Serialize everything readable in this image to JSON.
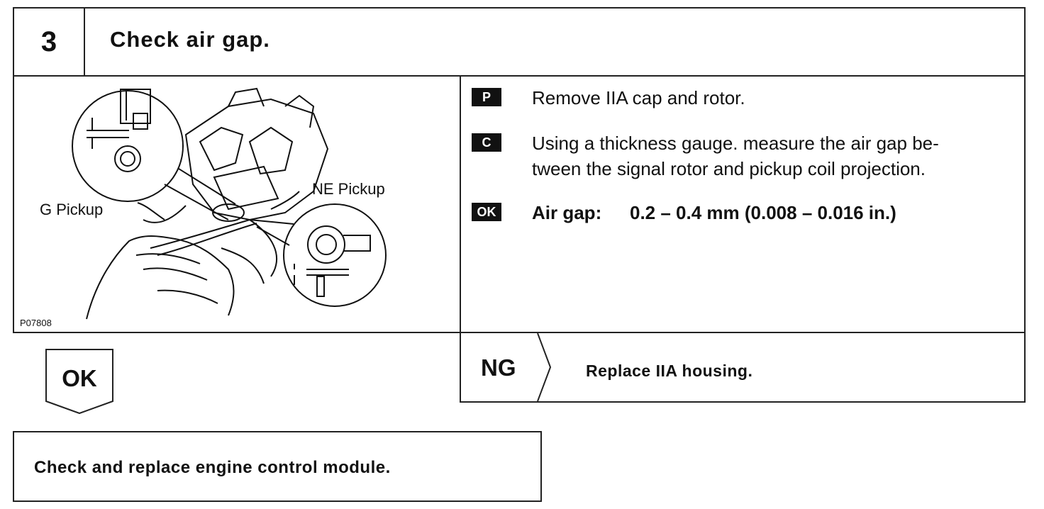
{
  "step": {
    "number": "3",
    "title": "Check air gap."
  },
  "figure": {
    "label_g_pickup": "G Pickup",
    "label_ne_pickup": "NE Pickup",
    "figure_code": "P07808"
  },
  "instructions": [
    {
      "badge": "P",
      "line1": "Remove IIA cap and rotor.",
      "line2": ""
    },
    {
      "badge": "C",
      "line1": "Using a thickness gauge. measure the air gap be-",
      "line2": "tween the signal rotor and pickup coil projection."
    },
    {
      "badge": "OK",
      "label": "Air gap:",
      "value": "0.2 – 0.4 mm (0.008 – 0.016 in.)"
    }
  ],
  "ok_branch": {
    "label": "OK",
    "action": "Check and replace engine control module."
  },
  "ng_branch": {
    "label": "NG",
    "action": "Replace IIA housing."
  }
}
